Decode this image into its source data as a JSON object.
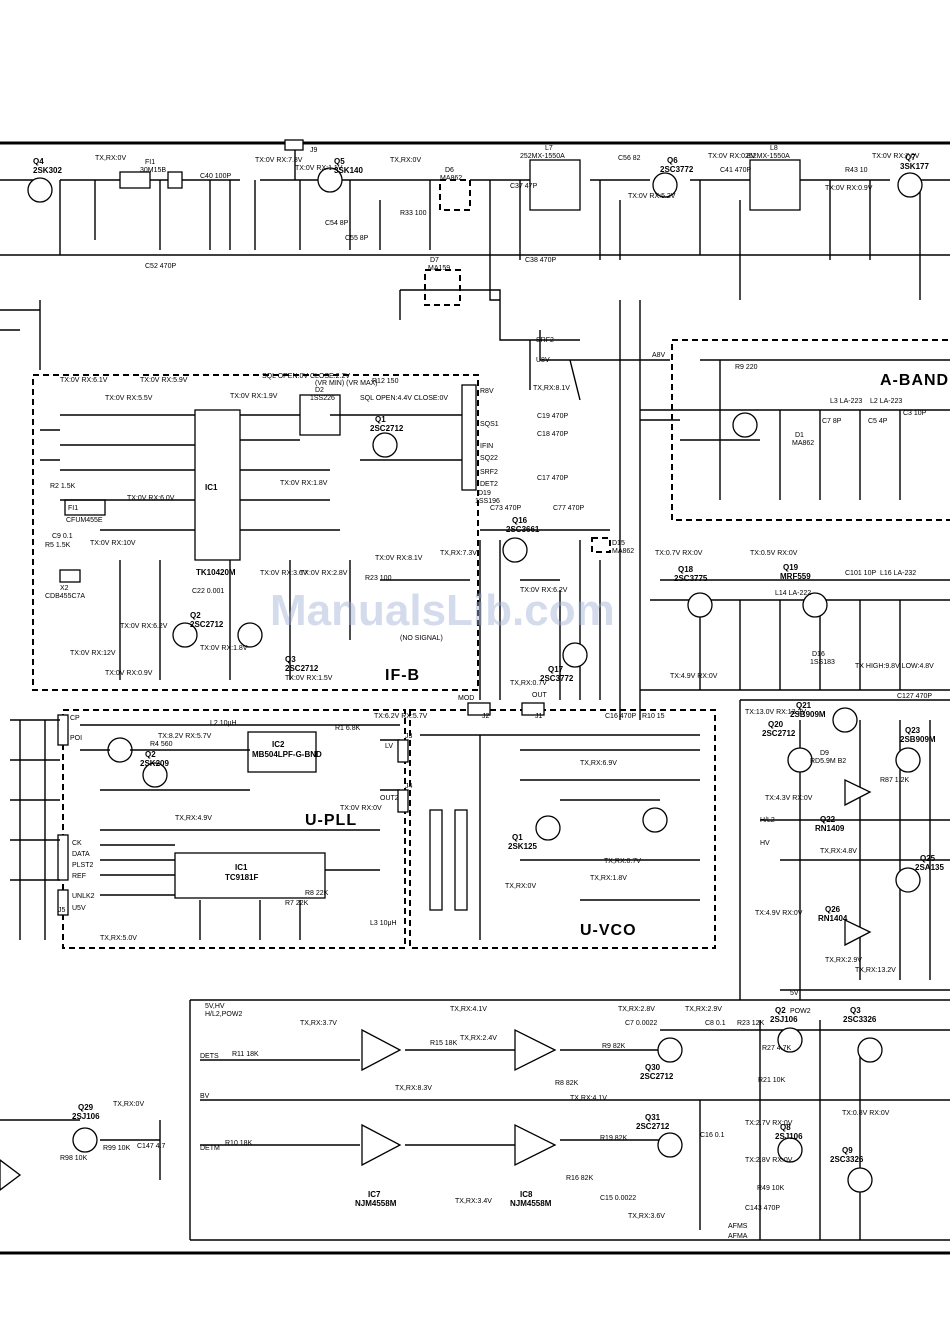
{
  "watermark": "ManualsLib.com",
  "blocks": {
    "a_band": "A-BAND",
    "if_b": "IF-B",
    "u_pll": "U-PLL",
    "u_vco": "U-VCO"
  },
  "transistors": [
    {
      "ref": "Q4",
      "part": "2SK302"
    },
    {
      "ref": "Q5",
      "part": "3SK140"
    },
    {
      "ref": "Q6",
      "part": "2SC3772"
    },
    {
      "ref": "Q7",
      "part": "3SK177"
    },
    {
      "ref": "Q1",
      "part": "2SC2712"
    },
    {
      "ref": "Q2",
      "part": "2SC2712"
    },
    {
      "ref": "Q3",
      "part": "2SC2712"
    },
    {
      "ref": "Q16",
      "part": "2SC3661"
    },
    {
      "ref": "Q17",
      "part": "2SC3772"
    },
    {
      "ref": "Q18",
      "part": "2SC3775"
    },
    {
      "ref": "Q19",
      "part": "MRF559"
    },
    {
      "ref": "Q21",
      "part": "2SB909M"
    },
    {
      "ref": "Q20",
      "part": "2SC2712"
    },
    {
      "ref": "Q23",
      "part": "2SB909M"
    },
    {
      "ref": "Q22",
      "part": "RN1409"
    },
    {
      "ref": "Q25",
      "part": "2SA135"
    },
    {
      "ref": "Q26",
      "part": "RN1404"
    },
    {
      "ref": "Q29",
      "part": "2SJ106"
    },
    {
      "ref": "Q30",
      "part": "2SC2712"
    },
    {
      "ref": "Q31",
      "part": "2SC2712"
    },
    {
      "ref": "Q2",
      "part": "2SJ106"
    },
    {
      "ref": "Q3",
      "part": "2SC3326"
    },
    {
      "ref": "Q8",
      "part": "2SJ106"
    },
    {
      "ref": "Q9",
      "part": "2SC3326"
    },
    {
      "ref": "Q2",
      "part": "2SK209"
    },
    {
      "ref": "Q1",
      "part": "2SK125"
    }
  ],
  "ics": [
    {
      "ref": "IC1",
      "part": "TK10420M"
    },
    {
      "ref": "IC2",
      "part": "MB504LPF-G-BND"
    },
    {
      "ref": "IC1",
      "part": "TC9181F"
    },
    {
      "ref": "IC7",
      "part": "NJM4558M"
    },
    {
      "ref": "IC8",
      "part": "NJM4558M"
    }
  ],
  "filters": [
    {
      "ref": "FI1",
      "part": "30M15B"
    },
    {
      "ref": "L7",
      "part": "252MX-1550A"
    },
    {
      "ref": "L8",
      "part": "252MX-1550A"
    },
    {
      "ref": "FI1",
      "part": "CFUM455E"
    },
    {
      "ref": "X2",
      "part": "CDB455C7A"
    }
  ],
  "diodes": [
    {
      "ref": "D6",
      "part": "MA862"
    },
    {
      "ref": "D7",
      "part": "MA159"
    },
    {
      "ref": "D2",
      "part": "1SS226"
    },
    {
      "ref": "D19",
      "part": "1SS196"
    },
    {
      "ref": "D15",
      "part": "MA862"
    },
    {
      "ref": "D1",
      "part": "MA862"
    },
    {
      "ref": "D9",
      "part": "RD5.9M B2"
    },
    {
      "ref": "D16",
      "part": "1SS183"
    }
  ],
  "voltages": [
    "TX,RX:0V",
    "TX:0V RX:7.8V",
    "TX:0V RX:1.1V",
    "TX,RX:0V",
    "TX:0V RX:5.2V",
    "TX:0V RX:0.8V",
    "TX:0V RX:7.0V",
    "TX:0V RX:0.9V",
    "TX:0V RX:6.1V",
    "TX:0V RX:5.9V",
    "TX:0V RX:5.5V",
    "TX:0V RX:1.9V",
    "SQL OPEN:0V CLOSE:2.2V",
    "(VR MIN) (VR MAX)",
    "SQL OPEN:4.4V CLOSE:0V",
    "TX,RX:8.1V",
    "TX:0V RX:6.0V",
    "TX:0V RX:1.8V",
    "TX:0V RX:10V",
    "TX:0V RX:3.6V",
    "TX:0V RX:2.8V",
    "TX:0V RX:8.1V",
    "TX:0V RX:6.2V",
    "TX:0V RX:12V",
    "TX:0V RX:0.9V",
    "TX:0V RX:1.8V",
    "TX:0V RX:1.5V",
    "(NO SIGNAL)",
    "TX,RX:7.3V",
    "TX:0V RX:6.2V",
    "TX,RX:0.7V",
    "TX:0.7V RX:0V",
    "TX:0.5V RX:0V",
    "TX:4.9V RX:0V",
    "TX HIGH:9.8V LOW:4.8V",
    "TX:13.0V RX:13.2V",
    "TX:8.2V RX:5.7V",
    "TX,RX:4.9V",
    "TX:0V RX:0V",
    "TX:6.2V RX:5.7V",
    "TX,RX:6.9V",
    "TX,RX:0.7V",
    "TX,RX:1.8V",
    "TX,RX:0V",
    "TX:4.3V RX:0V",
    "TX,RX:4.8V",
    "TX:4.9V RX:0V",
    "TX,RX:2.9V",
    "TX,RX:13.2V",
    "TX,RX:5.0V",
    "TX,RX:4.1V",
    "TX,RX:3.7V",
    "TX,RX:8.3V",
    "TX,RX:2.4V",
    "TX,RX:2.8V",
    "TX,RX:2.9V",
    "TX:2.7V RX:0V",
    "TX:0.8V RX:0V",
    "TX:2.8V RX:0V",
    "TX,RX:3.4V",
    "TX,RX:3.6V",
    "TX,RX:0V",
    "TX,RX:4.1V"
  ],
  "connectors": [
    "J9",
    "J1",
    "J2",
    "J3",
    "J4",
    "J5",
    "MOD",
    "OUT",
    "CP",
    "POI",
    "CK",
    "DATA",
    "PLST2",
    "REF",
    "UNLK2",
    "U5V",
    "DETS",
    "BV",
    "DETM",
    "5V,HV",
    "H/L2,POW2",
    "AFMS",
    "AFMA",
    "H/L2",
    "HV",
    "5V",
    "POW2",
    "A8V",
    "SRF2",
    "U8V",
    "R8V",
    "SQS1",
    "IFIN",
    "SQ22",
    "SRF2",
    "DET2",
    "LV",
    "OUT2"
  ],
  "components": [
    "C40 100P",
    "C52 470P",
    "C56 82",
    "C41 470P",
    "R43 10",
    "C54 8P",
    "C55 8P",
    "R33 100",
    "C37 47P",
    "C38 470P",
    "R9 220",
    "C3 10P",
    "C7 8P",
    "C5 4P",
    "L2 LA-223",
    "L3 LA-223",
    "C19 470P",
    "C18 470P",
    "C17 470P",
    "R12 150",
    "C22 0.001",
    "R23 100",
    "R2 1.5K",
    "R5 1.5K",
    "C9 0.1",
    "C73 470P",
    "C77 470P",
    "L16 LA-232",
    "L14 LA-222",
    "C101 10P",
    "C127 470P",
    "R87 1.2K",
    "C16 470P",
    "R10 15",
    "R4 560",
    "R1 6.8K",
    "L2 10μH",
    "L3 10μH",
    "R8 22K",
    "R7 22K",
    "R11 18K",
    "R10 18K",
    "R15 18K",
    "R8 82K",
    "R16 82K",
    "R9 82K",
    "R19 82K",
    "R23 12K",
    "C7 0.0022",
    "C15 0.0022",
    "C8 0.1",
    "C16 0.1",
    "R27 4.7K",
    "R21 10K",
    "R49 10K",
    "R98 10K",
    "R99 10K",
    "C147 4.7",
    "C143 470P"
  ]
}
